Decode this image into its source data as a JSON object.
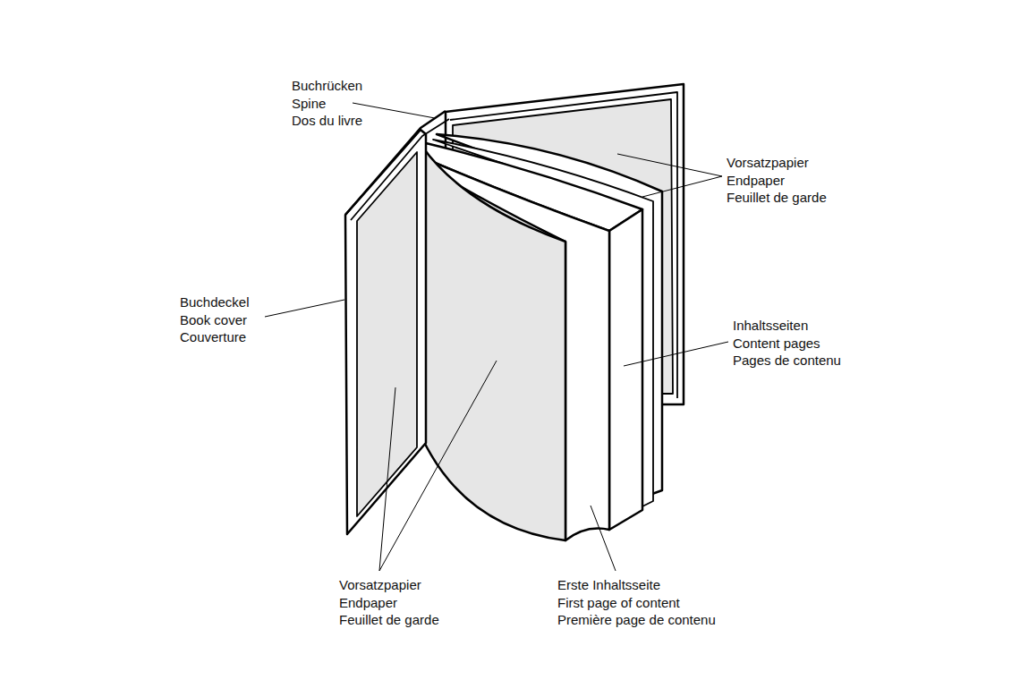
{
  "diagram": {
    "labels": [
      "Buchrücken",
      "Spine",
      "Dos du livre",
      "Vorsatzpapier",
      "Endpaper",
      "Feuillet de garde",
      "Buchdeckel",
      "Book cover",
      "Couverture",
      "Inhaltsseiten",
      "Content pages",
      "Pages de contenu",
      "Vorsatzpapier",
      "Endpaper",
      "Feuillet de garde",
      "Erste Inhaltsseite",
      "First page of content",
      "Première page de contenu"
    ]
  }
}
